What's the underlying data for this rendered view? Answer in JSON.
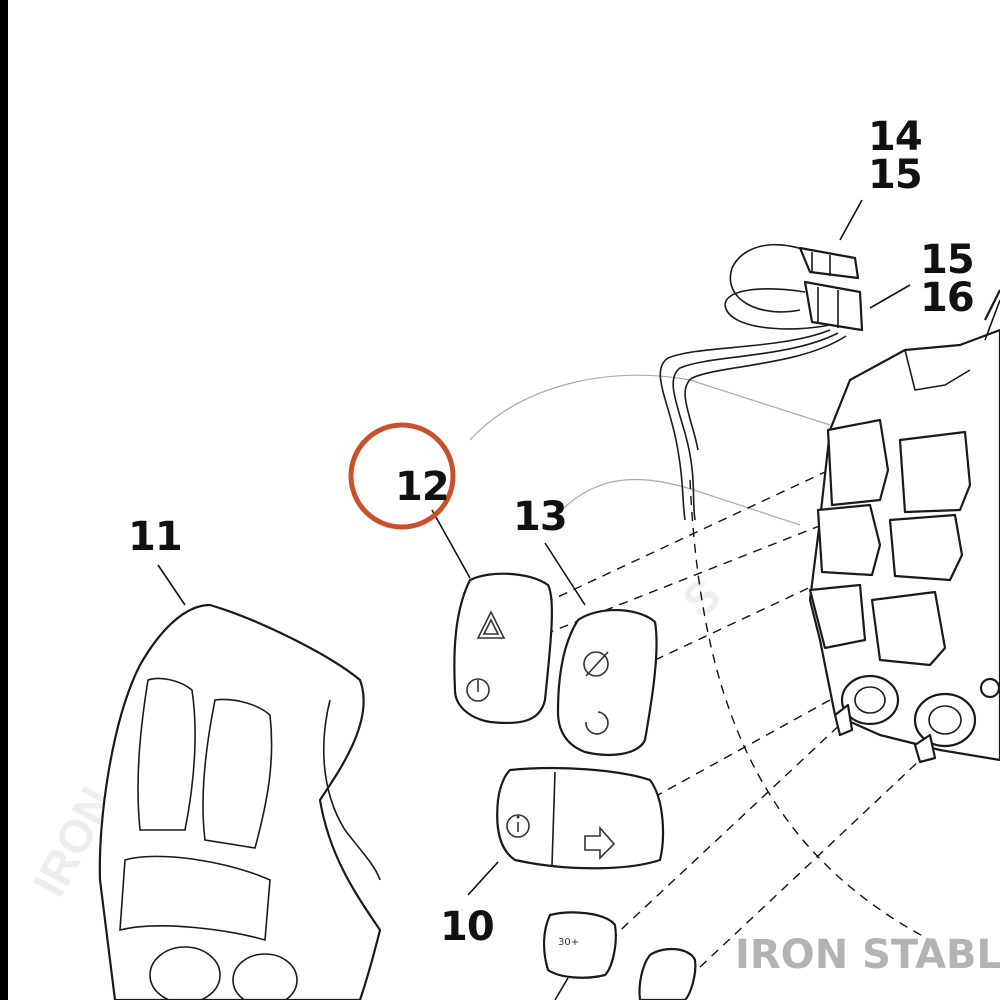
{
  "callouts": {
    "c14": "14",
    "c15a": "15",
    "c15b": "15",
    "c16": "16",
    "c12": "12",
    "c13": "13",
    "c11": "11",
    "c10": "10"
  },
  "highlight": {
    "callout": "12",
    "color": "#c9502a"
  },
  "watermark": {
    "text": "IRON STABLE",
    "color": "#b3b3b3"
  },
  "icons": [
    "hazard-icon",
    "power-icon",
    "cruise-icon",
    "resume-icon",
    "info-icon",
    "arrow-right-icon",
    "horn-icon"
  ],
  "caps": {
    "small_cap_label": "30+"
  }
}
